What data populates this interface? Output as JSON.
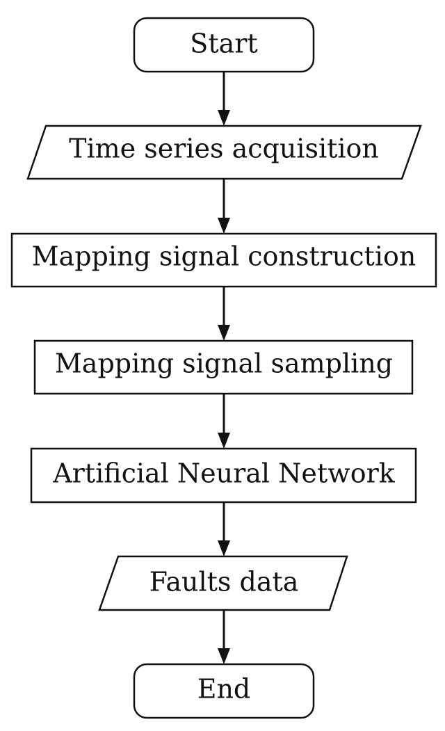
{
  "flowchart": {
    "start": "Start",
    "time_series": "Time series acquisition",
    "mapping_construction": "Mapping signal construction",
    "mapping_sampling": "Mapping signal sampling",
    "ann": "Artificial Neural Network",
    "faults": "Faults data",
    "end": "End"
  }
}
